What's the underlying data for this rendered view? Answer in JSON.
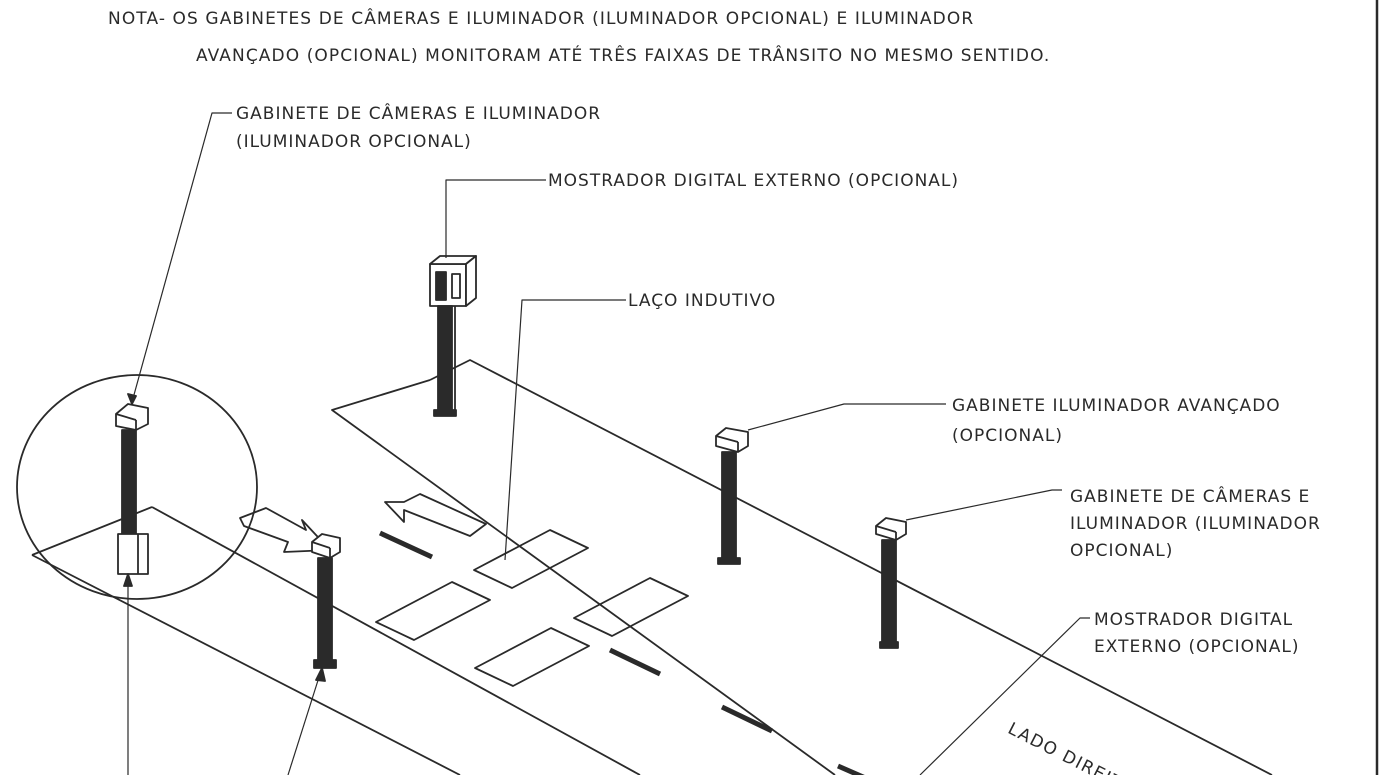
{
  "note": {
    "line1": "NOTA- OS GABINETES DE CÂMERAS E ILUMINADOR (ILUMINADOR OPCIONAL) E ILUMINADOR",
    "line2": "AVANÇADO (OPCIONAL) MONITORAM ATÉ TRÊS FAIXAS DE TRÂNSITO NO MESMO SENTIDO."
  },
  "labels": {
    "cabinet_left_1": "GABINETE DE CÂMERAS E ILUMINADOR",
    "cabinet_left_2": "(ILUMINADOR OPCIONAL)",
    "display_top": "MOSTRADOR DIGITAL EXTERNO (OPCIONAL)",
    "loop": "LAÇO INDUTIVO",
    "advanced_1": "GABINETE ILUMINADOR AVANÇADO",
    "advanced_2": "(OPCIONAL)",
    "cabinet_right_1": "GABINETE DE CÂMERAS E",
    "cabinet_right_2": "ILUMINADOR (ILUMINADOR",
    "cabinet_right_3": "OPCIONAL)",
    "display_right_1": "MOSTRADOR DIGITAL",
    "display_right_2": "EXTERNO (OPCIONAL)",
    "right_side": "LADO DIREITO"
  },
  "colors": {
    "ink": "#2a2a2a",
    "background": "#ffffff"
  }
}
